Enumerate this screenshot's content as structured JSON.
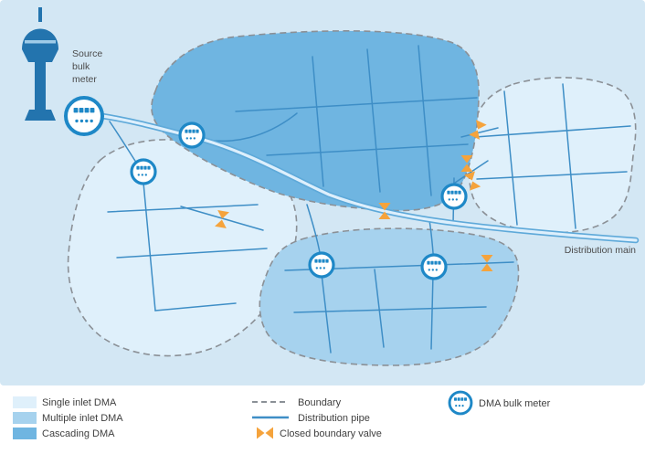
{
  "labels": {
    "source_bulk_meter": [
      "Source",
      "bulk",
      "meter"
    ],
    "distribution_main": "Distribution main"
  },
  "legend": {
    "single_inlet": "Single inlet DMA",
    "multiple_inlet": "Multiple inlet DMA",
    "cascading": "Cascading DMA",
    "boundary": "Boundary",
    "distribution_pipe": "Distribution pipe",
    "closed_boundary_valve": "Closed boundary valve",
    "dma_bulk_meter": "DMA bulk meter"
  },
  "colors": {
    "map_background": "#d3e7f4",
    "single_inlet_fill": "#dff0fb",
    "multiple_inlet_fill": "#a6d2ee",
    "cascading_fill": "#6fb5e1",
    "valve": "#f5a33c",
    "meter_ring": "#1e88c7",
    "tower": "#2374ae",
    "boundary": "#8b9096",
    "pipe": "#3e8ec6"
  }
}
